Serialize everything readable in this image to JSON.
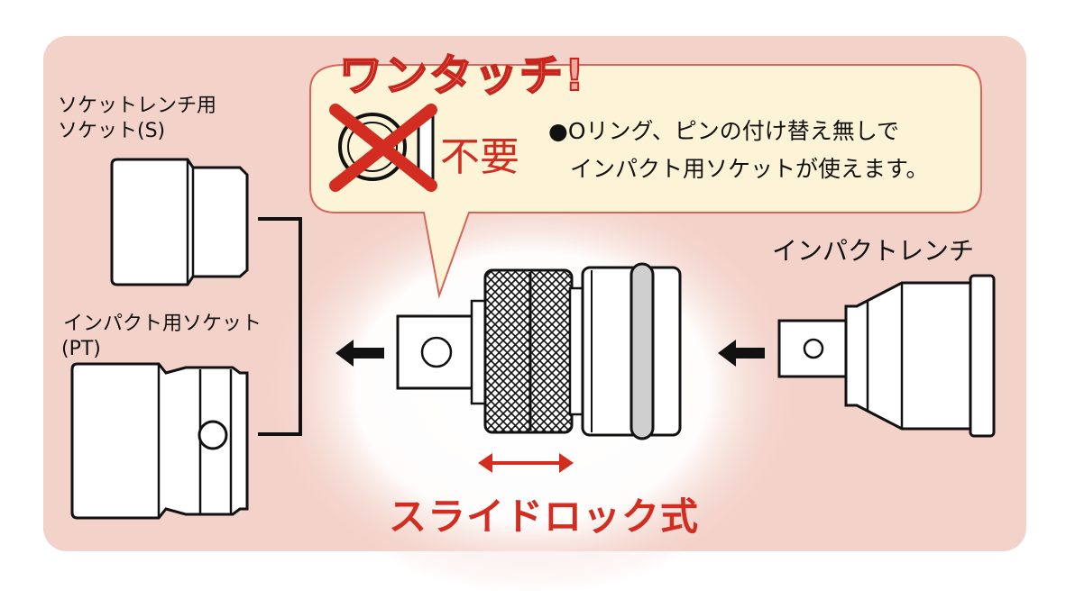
{
  "headline": "ワンタッチ!",
  "bubble": {
    "unneeded": "不要",
    "note_line1": "●Oリング、ピンの付け替え無しで",
    "note_line2": "インパクト用ソケットが使えます。"
  },
  "labels": {
    "socket_s_line1": "ソケットレンチ用",
    "socket_s_line2": "ソケット(S)",
    "socket_pt_line1": "インパクト用ソケット",
    "socket_pt_line2": "(PT)",
    "impact_wrench": "インパクトレンチ"
  },
  "caption": "スライドロック式",
  "colors": {
    "panel": "#f3d2c9",
    "bubble": "#fdf3d6",
    "bubble_border": "#d9645a",
    "accent_red": "#d32d21",
    "headline_fill": "#f4a6a0"
  },
  "icons": [
    "cross-icon",
    "o-ring-icon",
    "pin-icon",
    "arrow-left-icon",
    "double-arrow-icon"
  ]
}
